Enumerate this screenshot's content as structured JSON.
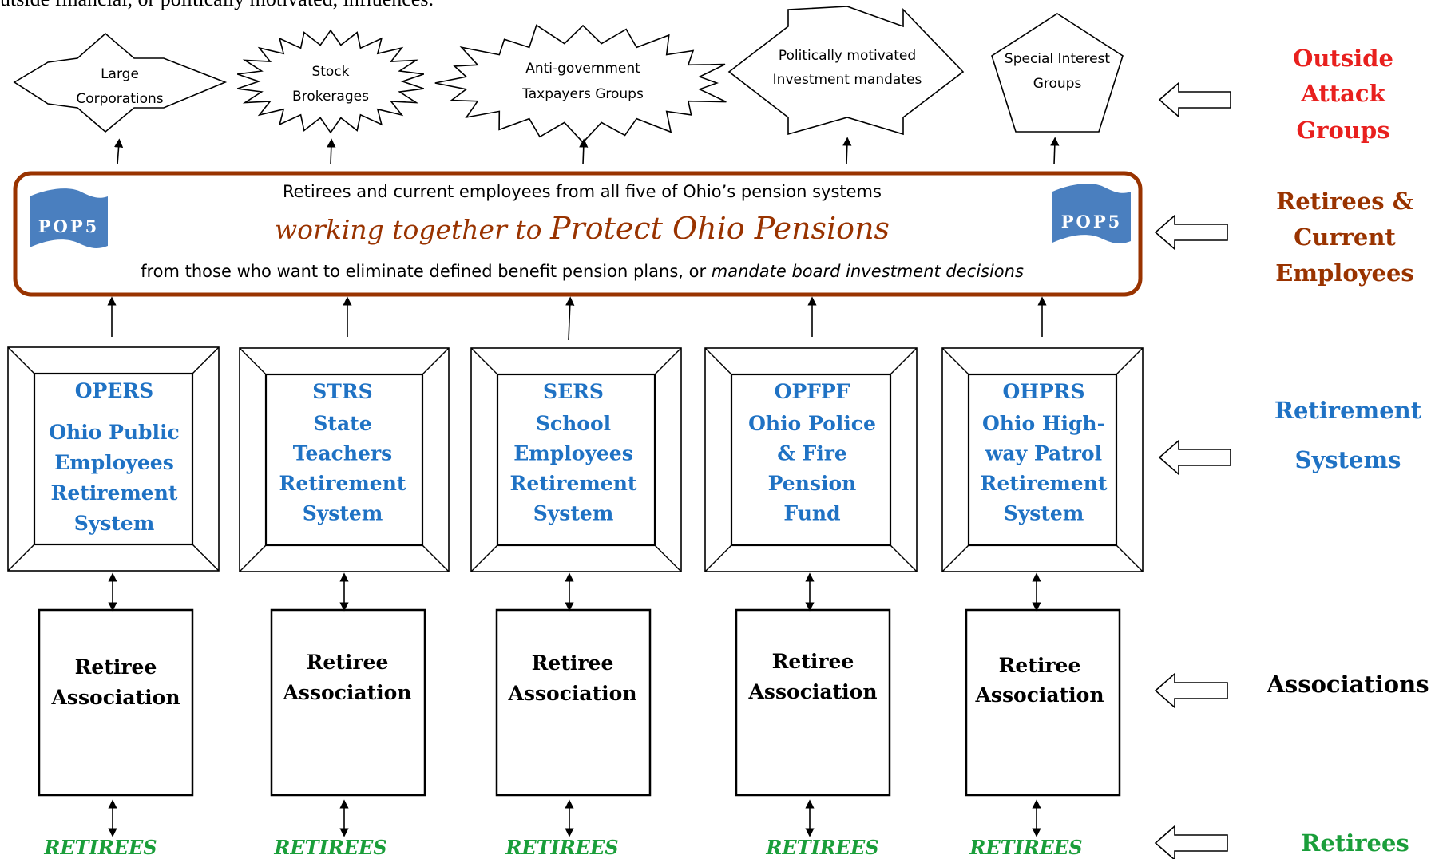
{
  "intro_fragment": "utside financial, or politically motivated, influences.",
  "attack_groups": [
    {
      "line1": "Large",
      "line2": "Corporations"
    },
    {
      "line1": "Stock",
      "line2": "Brokerages"
    },
    {
      "line1": "Anti-government",
      "line2": "Taxpayers Groups"
    },
    {
      "line1": "Politically motivated",
      "line2": "Investment  mandates"
    },
    {
      "line1": "Special Interest",
      "line2": "Groups"
    }
  ],
  "banner": {
    "line1": "Retirees and current employees from all five of Ohio’s pension systems",
    "line2_prefix": "working together to ",
    "line2_emphasis": "Protect Ohio Pensions",
    "line3_prefix": "from those who want to eliminate defined benefit pension plans, or ",
    "line3_italic": "mandate board investment decisions",
    "logo_left": "POP5",
    "logo_right": "POP5"
  },
  "systems": [
    {
      "abbr": "OPERS",
      "lines": [
        "Ohio Public",
        "Employees",
        "Retirement",
        "System"
      ]
    },
    {
      "abbr": "STRS",
      "lines": [
        "State",
        "Teachers",
        "Retirement",
        "System"
      ]
    },
    {
      "abbr": "SERS",
      "lines": [
        "School",
        "Employees",
        "Retirement",
        "System"
      ]
    },
    {
      "abbr": "OPFPF",
      "lines": [
        "Ohio Police",
        "& Fire",
        "Pension",
        "Fund"
      ]
    },
    {
      "abbr": "OHPRS",
      "lines": [
        "Ohio High-",
        "way Patrol",
        "Retirement",
        "System"
      ]
    }
  ],
  "associations": [
    {
      "line1": "Retiree",
      "line2": "Association"
    },
    {
      "line1": "Retiree",
      "line2": "Association"
    },
    {
      "line1": "Retiree",
      "line2": "Association"
    },
    {
      "line1": "Retiree",
      "line2": "Association"
    },
    {
      "line1": "Retiree",
      "line2": "Association"
    }
  ],
  "retirees_labels": [
    "RETIREES",
    "RETIREES",
    "RETIREES",
    "RETIREES",
    "RETIREES"
  ],
  "legend": {
    "outside": [
      "Outside",
      "Attack",
      "Groups"
    ],
    "retirees_current": [
      "Retirees &",
      "Current",
      "Employees"
    ],
    "systems": [
      "Retirement",
      "Systems"
    ],
    "associations": [
      "Associations"
    ],
    "retirees": [
      "Retirees"
    ]
  },
  "colors": {
    "outside": "#e8201e",
    "banner": "#993300",
    "systems": "#1f72c4",
    "retirees": "#1a9e3a",
    "logo": "#4a7fbf"
  }
}
